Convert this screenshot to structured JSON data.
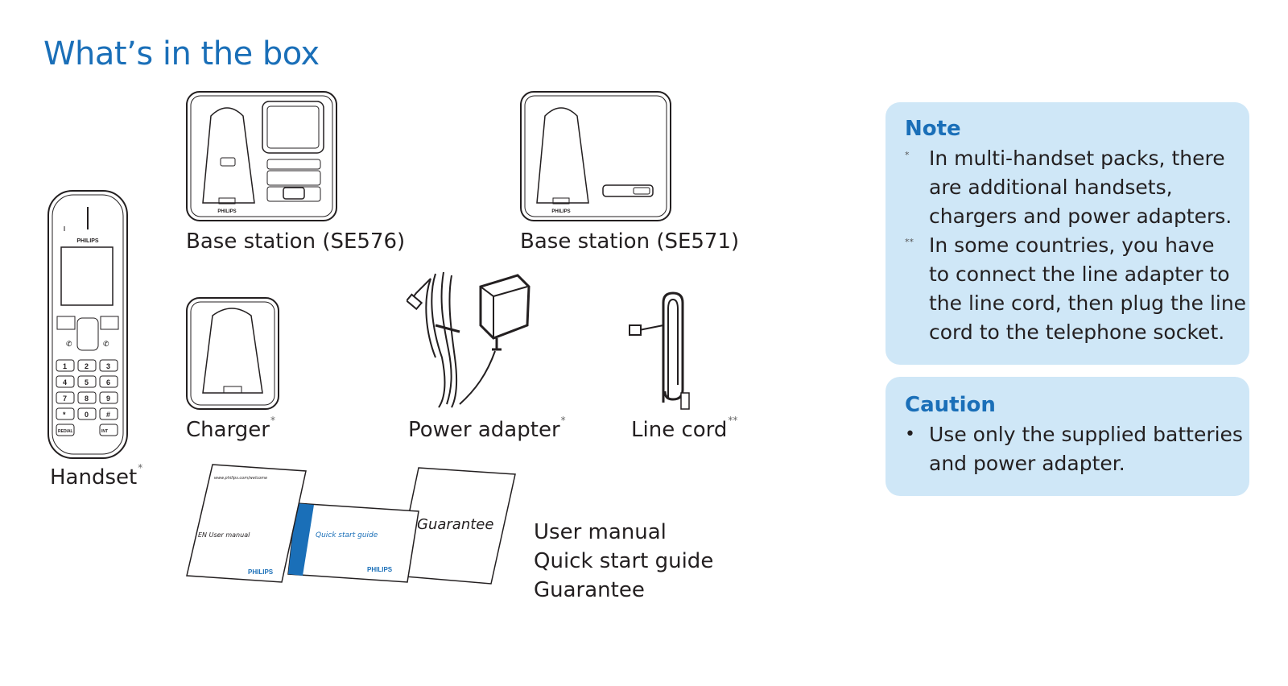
{
  "page": {
    "title": "What’s in the box"
  },
  "items": {
    "handset": {
      "label": "Handset",
      "mark": "*"
    },
    "base_se576": {
      "label": "Base station (SE576)"
    },
    "base_se571": {
      "label": "Base station (SE571)"
    },
    "charger": {
      "label": "Charger",
      "mark": "*"
    },
    "power_adapter": {
      "label": "Power adapter",
      "mark": "*"
    },
    "line_cord": {
      "label": "Line cord",
      "mark": "**"
    },
    "documents": [
      "User manual",
      "Quick start guide",
      "Guarantee"
    ]
  },
  "illustrations": {
    "brand": "PHILIPS",
    "manual_cover": "EN  User manual",
    "manual_small_text": "www.philips.com/welcome",
    "quick_start": "Quick start guide",
    "guarantee": "Guarantee",
    "keypad": [
      "1",
      "2",
      "3",
      "4",
      "5",
      "6",
      "7",
      "8",
      "9",
      "*",
      "0",
      "#"
    ],
    "keypad_labels": [
      "REDIAL",
      "INT"
    ]
  },
  "note": {
    "heading": "Note",
    "items": [
      {
        "mark": "*",
        "lines": [
          "In multi-handset packs, there",
          "are additional handsets,",
          "chargers and power adapters."
        ]
      },
      {
        "mark": "**",
        "lines": [
          "In some countries, you have",
          "to connect the line adapter to",
          "the line cord, then plug the line",
          "cord to the telephone socket."
        ]
      }
    ]
  },
  "caution": {
    "heading": "Caution",
    "items": [
      {
        "mark": "•",
        "lines": [
          "Use only the supplied batteries",
          "and power adapter."
        ]
      }
    ]
  },
  "colors": {
    "accent": "#1a6fb8",
    "box_bg": "#cfe7f7",
    "text": "#231f20"
  }
}
